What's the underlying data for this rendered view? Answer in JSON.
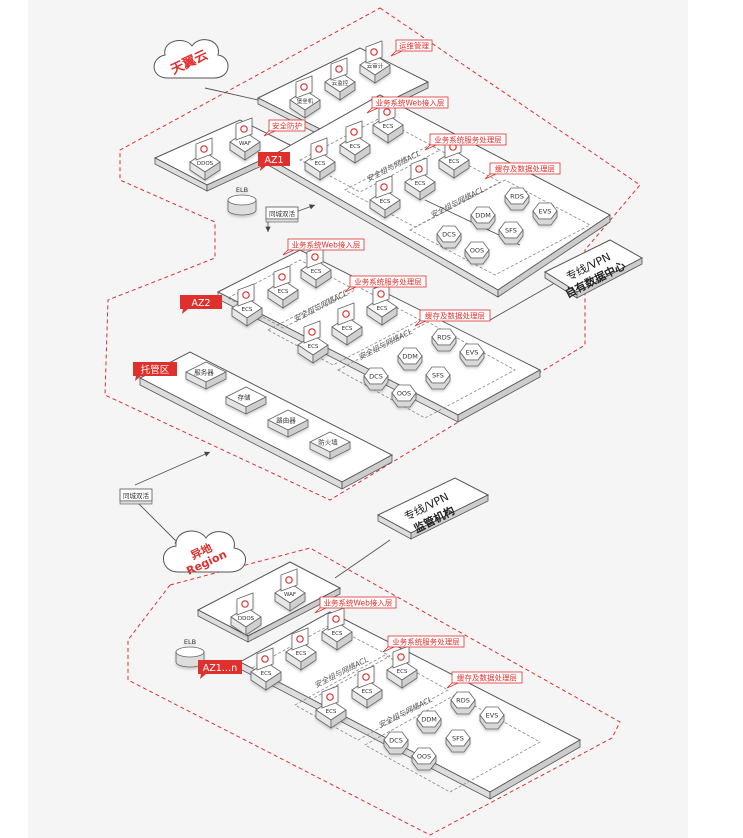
{
  "regions": {
    "tianyi_cloud": "天翼云",
    "yidi_region": "异地\nRegion"
  },
  "zones": {
    "az1": "AZ1",
    "az2": "AZ2",
    "az1n": "AZ1…n",
    "hosting": "托管区"
  },
  "side_labels": {
    "private_dc": [
      "专线/VPN",
      "自有数据中心"
    ],
    "regulator": [
      "专线/VPN",
      "监管机构"
    ]
  },
  "tags": {
    "ops": "运维管理",
    "security": "安全防护",
    "web_layer": "业务系统Web接入层",
    "service_layer": "业务系统服务处理层",
    "cache_layer": "缓存及数据处理层"
  },
  "acl_label": "安全组与网络ACL",
  "flows": {
    "same_city": "同城双活",
    "same_city_2": "同城双活"
  },
  "devices": {
    "bastion": "堡垒机",
    "cloud_monitor": "云监控",
    "cloud_audit": "云审计",
    "ddos": "DDOS",
    "waf": "WAF",
    "elb": "ELB",
    "ecs": "ECS",
    "rds": "RDS",
    "ddm": "DDM",
    "evs": "EVS",
    "dcs": "DCS",
    "sfs": "SFS",
    "oos": "OOS",
    "server": "服务器",
    "storage": "存储",
    "router": "路由器",
    "firewall": "防火墙"
  },
  "colors": {
    "accent_red": "#e0302e",
    "line_gray": "#555555",
    "panel_bg": "#f5f5f6",
    "box_face": "#ffffff"
  }
}
